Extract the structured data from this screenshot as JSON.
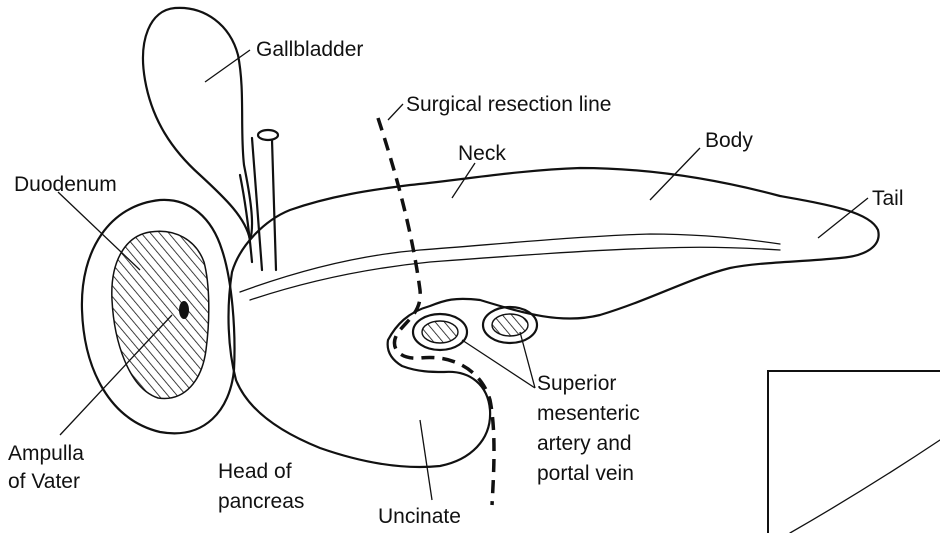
{
  "labels": {
    "gallbladder": "Gallbladder",
    "resection": "Surgical resection line",
    "neck": "Neck",
    "body": "Body",
    "tail": "Tail",
    "duodenum": "Duodenum",
    "ampulla_1": "Ampulla",
    "ampulla_2": "of Vater",
    "head_1": "Head of",
    "head_2": "pancreas",
    "uncinate": "Uncinate",
    "vessels_1": "Superior",
    "vessels_2": "mesenteric",
    "vessels_3": "artery and",
    "vessels_4": "portal vein"
  }
}
